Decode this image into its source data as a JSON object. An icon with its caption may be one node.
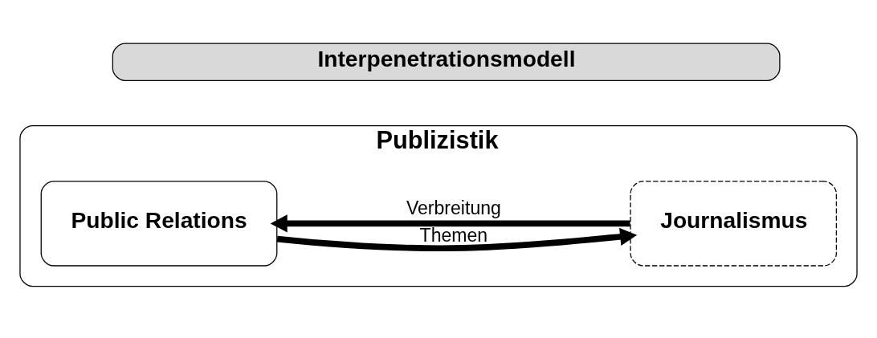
{
  "diagram": {
    "nodes": [
      {
        "text": [
          "Interpenetrationsmodell"
        ]
      },
      {
        "text": [
          "Publizistik"
        ]
      },
      {
        "text": [
          "Public Relations"
        ],
        "in": 1
      },
      {
        "text": [
          "Journalismus"
        ],
        "in": 1
      }
    ],
    "edges": [
      {
        "from": 2,
        "to": 3,
        "arrow": "to",
        "label": "Themen"
      },
      {
        "from": 3,
        "to": 2,
        "arrow": "to",
        "label": "Verbreitung"
      }
    ]
  }
}
